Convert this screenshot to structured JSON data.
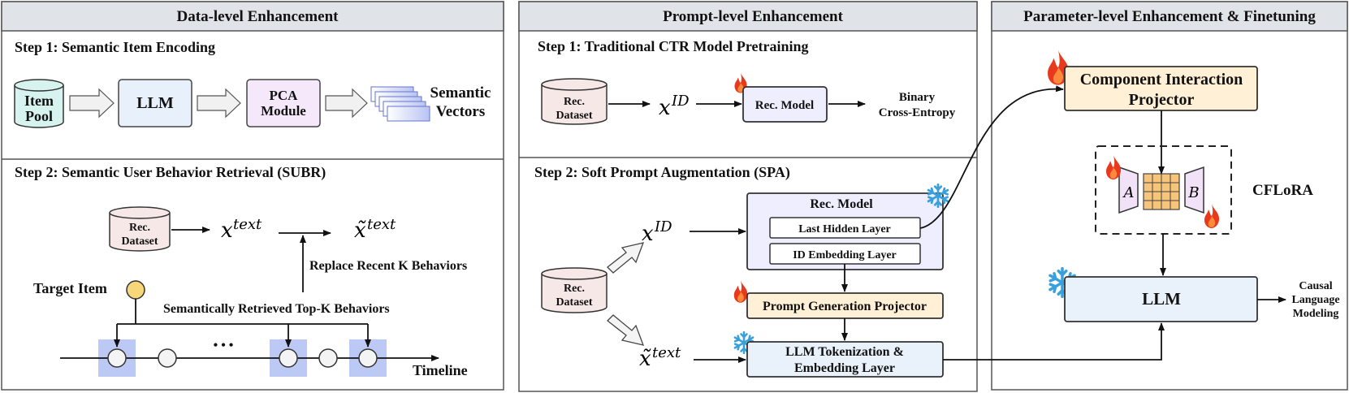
{
  "panels": {
    "data": {
      "header": "Data-level Enhancement",
      "step1": "Step 1: Semantic Item Encoding",
      "item_pool": [
        "Item",
        "Pool"
      ],
      "llm": "LLM",
      "pca": [
        "PCA",
        "Module"
      ],
      "semantic_vectors": [
        "Semantic",
        "Vectors"
      ],
      "step2": "Step 2: Semantic User Behavior Retrieval (SUBR)",
      "rec_dataset": [
        "Rec.",
        "Dataset"
      ],
      "x_text": "x",
      "x_text_sup": "text",
      "x_tilde_text": "x̃",
      "x_tilde_text_sup": "text",
      "replace_label": "Replace Recent K Behaviors",
      "target_item": "Target Item",
      "retrieved_label": "Semantically Retrieved Top-K Behaviors",
      "ellipsis": "• • •",
      "timeline": "Timeline"
    },
    "prompt": {
      "header": "Prompt-level Enhancement",
      "step1": "Step 1: Traditional CTR Model Pretraining",
      "rec_dataset": [
        "Rec.",
        "Dataset"
      ],
      "x_id": "x",
      "x_id_sup": "ID",
      "rec_model": "Rec. Model",
      "bce": [
        "Binary",
        "Cross-Entropy"
      ],
      "step2": "Step 2: Soft Prompt Augmentation (SPA)",
      "rec_model_title": "Rec. Model",
      "last_hidden": "Last Hidden Layer",
      "id_embedding": "ID Embedding Layer",
      "prompt_gen": "Prompt Generation Projector",
      "llm_tok": [
        "LLM Tokenization &",
        "Embedding Layer"
      ],
      "x_id2": "x",
      "x_id2_sup": "ID",
      "x_tilde2": "x̃",
      "x_tilde2_sup": "text"
    },
    "param": {
      "header": "Parameter-level Enhancement & Finetuning",
      "projector": [
        "Component Interaction",
        "Projector"
      ],
      "cflora": "CFLoRA",
      "a": "A",
      "b": "B",
      "llm": "LLM",
      "causal": [
        "Causal",
        "Language",
        "Modeling"
      ]
    }
  },
  "colors": {
    "header_bg": "#e0e3e8",
    "item_pool": "#d7f3ef",
    "llm_box": "#e8f0fb",
    "pca_box": "#f5e8fa",
    "rec_dataset": "#f6e8e6",
    "rec_model": "#eeeeff",
    "projector": "#fff0d6",
    "tok_box": "#e9f1fb",
    "flame": "#e8391d",
    "snow": "#3aa0dc",
    "highlight": "#bcc9f5",
    "target": "#f7d77a",
    "grid": "#f6c579"
  }
}
